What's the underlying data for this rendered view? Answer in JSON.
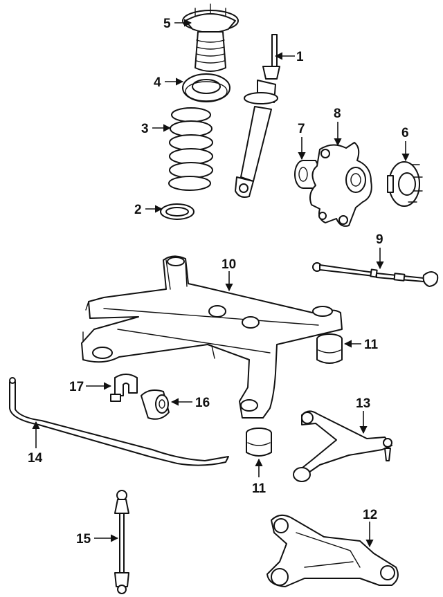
{
  "callouts": [
    {
      "id": "1",
      "text": "1"
    },
    {
      "id": "2",
      "text": "2"
    },
    {
      "id": "3",
      "text": "3"
    },
    {
      "id": "4",
      "text": "4"
    },
    {
      "id": "5",
      "text": "5"
    },
    {
      "id": "6",
      "text": "6"
    },
    {
      "id": "7",
      "text": "7"
    },
    {
      "id": "8",
      "text": "8"
    },
    {
      "id": "9",
      "text": "9"
    },
    {
      "id": "10",
      "text": "10"
    },
    {
      "id": "11a",
      "text": "11"
    },
    {
      "id": "11b",
      "text": "11"
    },
    {
      "id": "12",
      "text": "12"
    },
    {
      "id": "13",
      "text": "13"
    },
    {
      "id": "14",
      "text": "14"
    },
    {
      "id": "15",
      "text": "15"
    },
    {
      "id": "16",
      "text": "16"
    },
    {
      "id": "17",
      "text": "17"
    }
  ],
  "colors": {
    "ink": "#111111",
    "paper": "#ffffff"
  }
}
